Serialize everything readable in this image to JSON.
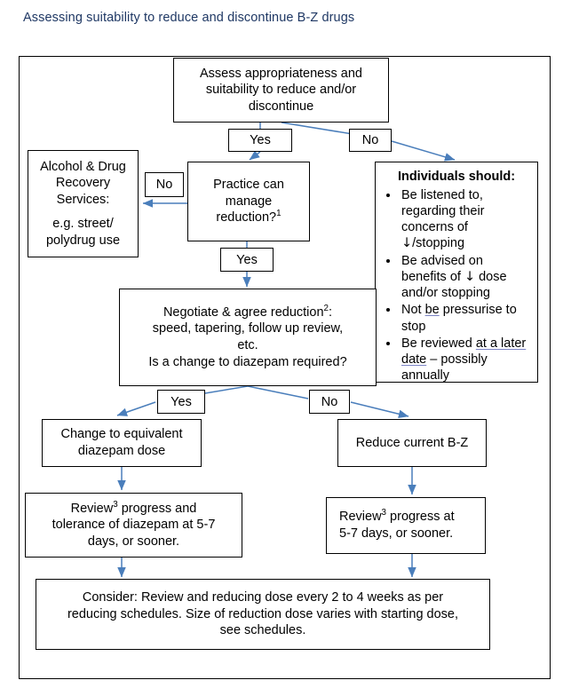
{
  "page": {
    "title": "Assessing suitability to reduce and discontinue B-Z drugs",
    "accent_arrow_color": "#4A7EBB",
    "title_color": "#1F3864",
    "border_color": "#000000",
    "spellcheck_underline_color": "#7B83C4"
  },
  "nodes": {
    "assess": {
      "name": "assess-appropriateness",
      "lines": [
        "Assess appropriateness and",
        "suitability to reduce and/or",
        "discontinue"
      ]
    },
    "services": {
      "name": "alcohol-drug-recovery-services",
      "lines": [
        "Alcohol & Drug",
        "Recovery",
        "Services:",
        "",
        "e.g. street/",
        "polydrug use"
      ]
    },
    "practice": {
      "name": "practice-can-manage-reduction",
      "lines": [
        "Practice can",
        "manage",
        "reduction?"
      ],
      "superscript": "1"
    },
    "individuals": {
      "name": "individuals-should",
      "heading": "Individuals should:",
      "bullets": [
        "Be listened to, regarding their concerns of ↓/stopping",
        "Be advised on benefits of ↓ dose and/or stopping",
        "Not be pressurise to stop",
        "Be reviewed at a later date – possibly annually"
      ]
    },
    "negotiate": {
      "name": "negotiate-agree-reduction",
      "lines": [
        "Negotiate & agree reduction",
        "speed, tapering, follow up review,",
        "etc.",
        "Is a change to diazepam required?"
      ],
      "superscript": "2",
      "suffix_after_superscript": ":"
    },
    "change_diazepam": {
      "name": "change-to-equivalent-diazepam-dose",
      "lines": [
        "Change to equivalent",
        "diazepam dose"
      ]
    },
    "reduce_bz": {
      "name": "reduce-current-bz",
      "lines": [
        "Reduce current B-Z"
      ]
    },
    "review_diazepam": {
      "name": "review-progress-tolerance-diazepam",
      "prefix": "Review",
      "superscript": "3",
      "lines": [
        " progress and",
        "tolerance of diazepam at 5-7",
        "days, or sooner."
      ]
    },
    "review_progress": {
      "name": "review-progress",
      "prefix": "Review",
      "superscript": "3",
      "lines": [
        " progress at",
        "5-7 days, or sooner."
      ]
    },
    "consider": {
      "name": "consider-review-reducing-dose",
      "lines": [
        "Consider: Review and reducing dose every 2 to 4 weeks as per",
        "reducing schedules. Size of reduction dose varies with starting dose,",
        "see schedules."
      ]
    }
  },
  "edge_labels": {
    "yes_1": "Yes",
    "no_1": "No",
    "no_2": "No",
    "yes_2": "Yes",
    "yes_3": "Yes",
    "no_3": "No"
  }
}
